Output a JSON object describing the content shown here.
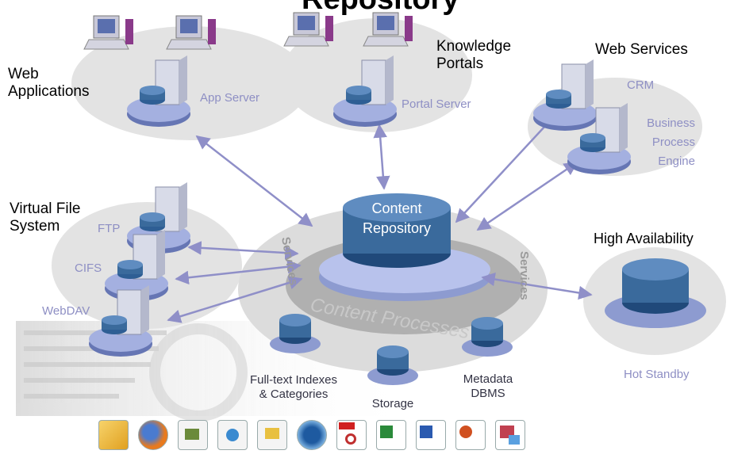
{
  "title": "Repository",
  "nodes": {
    "web_apps": {
      "label": "Web\nApplications",
      "server": "App Server"
    },
    "knowledge": {
      "label": "Knowledge\nPortals",
      "server": "Portal Server"
    },
    "web_services": {
      "label": "Web Services",
      "crm": "CRM",
      "bpe": "Business\nProcess\nEngine"
    },
    "vfs": {
      "label": "Virtual File\nSystem",
      "ftp": "FTP",
      "cifs": "CIFS",
      "webdav": "WebDAV"
    },
    "ha": {
      "label": "High Availability",
      "standby": "Hot Standby"
    },
    "core": {
      "label": "Content\nRepository",
      "processes": "Content Processes",
      "services_left": "Services",
      "services_right": "Services"
    },
    "stores": {
      "fulltext": "Full-text Indexes\n& Categories",
      "storage": "Storage",
      "metadata": "Metadata\nDBMS"
    }
  },
  "file_icons": [
    "mail-icon",
    "browser-icon",
    "text-document-icon",
    "web-page-icon",
    "presentation-file-icon",
    "media-player-icon",
    "pdf-icon",
    "spreadsheet-icon",
    "word-document-icon",
    "powerpoint-icon",
    "image-file-icon"
  ],
  "colors": {
    "disk_top": "#3a6a9c",
    "disk_side": "#20497a",
    "platter": "#8d9bd0",
    "ellipse_bg": "#e4e4e4",
    "core_ring": "#b0b0b0",
    "arrow": "#8f8fc8",
    "sublabel": "#8e8fc4"
  }
}
